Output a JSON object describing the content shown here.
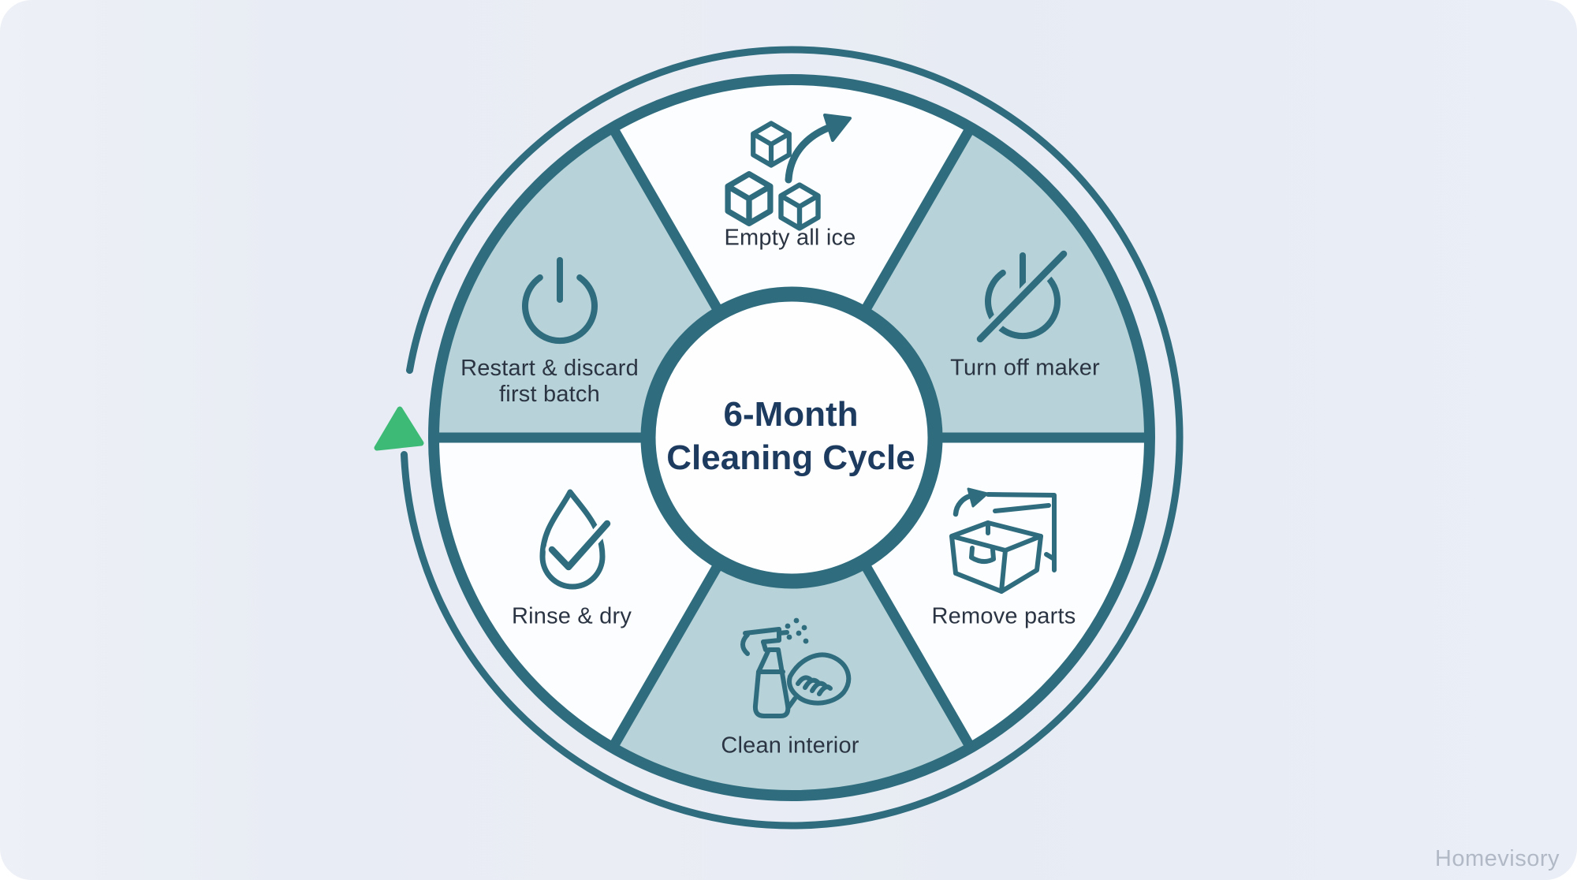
{
  "title": "6-Month Cleaning Cycle",
  "center": {
    "title_line1": "6-Month",
    "title_line2": "Cleaning Cycle"
  },
  "steps": [
    {
      "label": "Empty all ice",
      "icon": "ice-cubes-arrow-icon",
      "fill": "white"
    },
    {
      "label": "Turn off maker",
      "icon": "power-off-slash-icon",
      "fill": "light-teal"
    },
    {
      "label": "Remove parts",
      "icon": "basket-remove-icon",
      "fill": "white"
    },
    {
      "label": "Clean interior",
      "icon": "spray-wipe-icon",
      "fill": "light-teal"
    },
    {
      "label": "Rinse & dry",
      "icon": "droplet-check-icon",
      "fill": "white"
    },
    {
      "label": "Restart & discard first batch",
      "label_line1": "Restart & discard",
      "label_line2": "first batch",
      "icon": "power-on-icon",
      "fill": "light-teal"
    }
  ],
  "colors": {
    "teal_stroke": "#2e6c7e",
    "light_teal_fill": "#b7d2d8",
    "white_fill": "#fcfdff",
    "navy_title": "#1d3a5f",
    "label_text": "#2b3442",
    "green_arrow": "#3eba77",
    "card_background": "#e9edf4",
    "watermark_text": "#b2b9c6"
  },
  "watermark": {
    "text": "Homevisory"
  }
}
